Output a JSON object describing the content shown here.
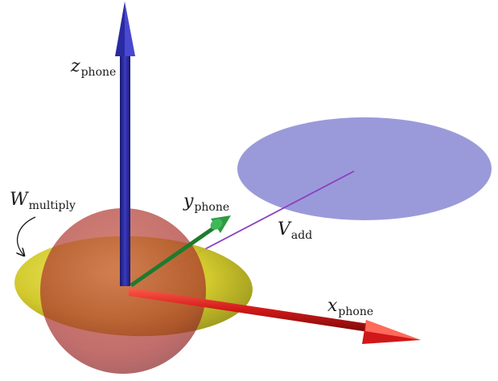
{
  "labels": {
    "z_axis": {
      "main": "z",
      "sub": "phone"
    },
    "y_axis": {
      "main": "y",
      "sub": "phone"
    },
    "x_axis": {
      "main": "x",
      "sub": "phone"
    },
    "v_add": {
      "main": "V",
      "sub": "add"
    },
    "w_multiply": {
      "main": "W",
      "sub": "multiply"
    }
  },
  "colors": {
    "z_axis": "#2a2aa0",
    "x_axis": "#d01818",
    "y_axis": "#1f7a2e",
    "v_add_vector": "#8a3fc0",
    "plane": "#8f8fd6",
    "ellipsoid": "#d8d21c",
    "sphere": "#b03a3a"
  }
}
